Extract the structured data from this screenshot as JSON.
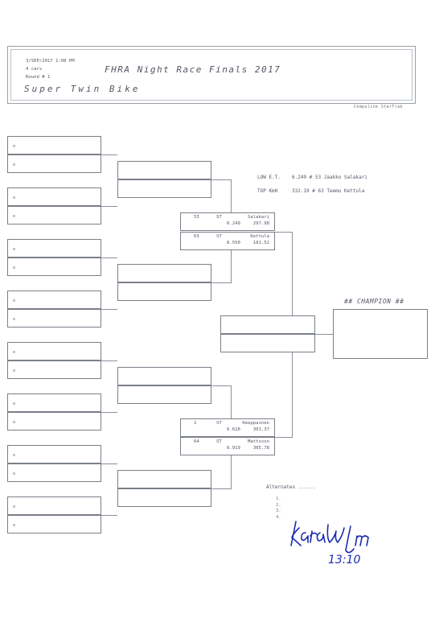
{
  "header": {
    "date_time": "3/SEP/2017   1:08 PM",
    "cars": "4 cars",
    "round": "Round # 1",
    "title": "FHRA Night Race Finals 2017",
    "class": "Super  Twin  Bike",
    "footer_brand": "Compulink  StarTrak"
  },
  "lane_marker": "o",
  "stats": {
    "low_et_label": "LOW E.T.",
    "low_et_value": "6.249  # 53  Jaakko Salakari",
    "top_speed_label": "TOP KmH",
    "top_speed_value": "332.19  # 63  Teemu Kettula"
  },
  "semis": [
    {
      "top": {
        "lane": "53",
        "st": "ST",
        "name": "Salakari",
        "et": "6.249",
        "speed": "297.98"
      },
      "bottom": {
        "lane": "63",
        "st": "ST",
        "name": "Kettula",
        "et": "8.550",
        "speed": "181.52"
      }
    },
    {
      "top": {
        "lane": "1",
        "st": "ST",
        "name": "Keeppainen",
        "et": "6.620",
        "speed": "301.37"
      },
      "bottom": {
        "lane": "64",
        "st": "ST",
        "name": "Mattsson",
        "et": "6.919",
        "speed": "305.78"
      }
    }
  ],
  "champion_label": "## CHAMPION ##",
  "alternates": {
    "label": "Alternates ......",
    "items": [
      "1.",
      "2.",
      "3.",
      "4."
    ]
  },
  "signature": {
    "time": "13:10"
  }
}
